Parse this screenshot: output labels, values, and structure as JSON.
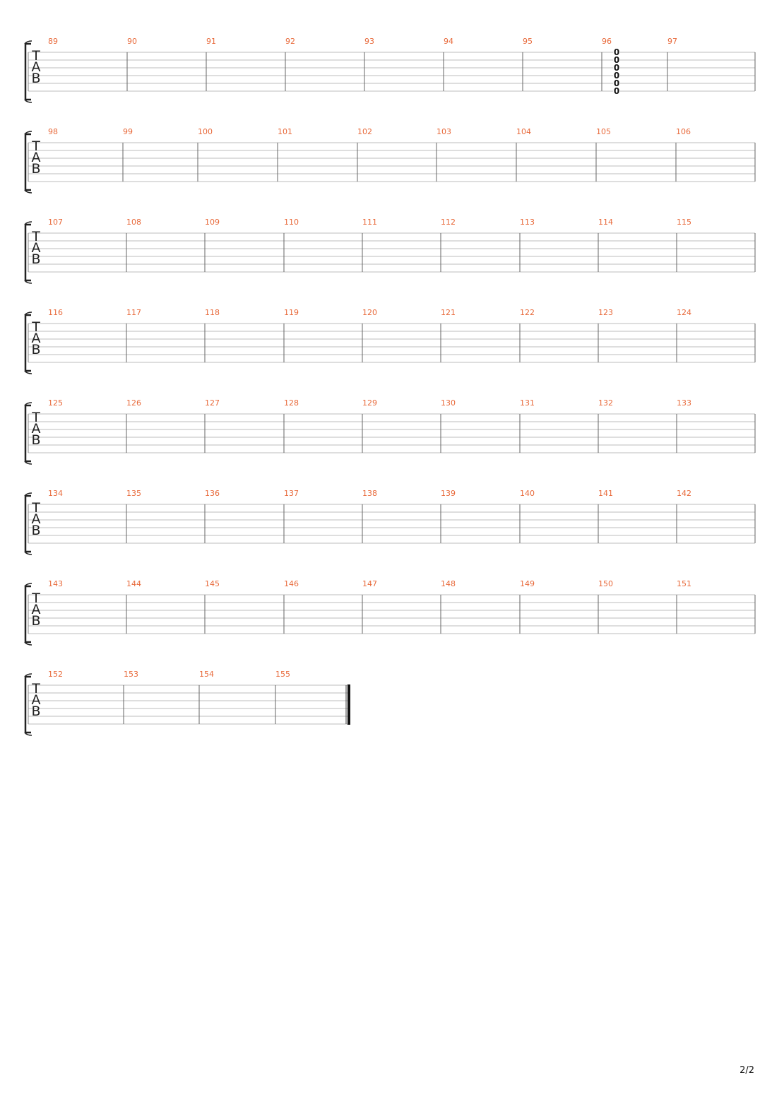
{
  "document": {
    "type": "guitar tablature",
    "page_number": "2/2",
    "accent_color": "#e8693a",
    "ink_color": "#222222",
    "string_count": 6,
    "clef_letters": [
      "T",
      "A",
      "B"
    ]
  },
  "systems": [
    {
      "bars": [
        "89",
        "90",
        "91",
        "92",
        "93",
        "94",
        "95",
        "96",
        "97"
      ],
      "final": false
    },
    {
      "bars": [
        "98",
        "99",
        "100",
        "101",
        "102",
        "103",
        "104",
        "105",
        "106"
      ],
      "final": false
    },
    {
      "bars": [
        "107",
        "108",
        "109",
        "110",
        "111",
        "112",
        "113",
        "114",
        "115"
      ],
      "final": false
    },
    {
      "bars": [
        "116",
        "117",
        "118",
        "119",
        "120",
        "121",
        "122",
        "123",
        "124"
      ],
      "final": false
    },
    {
      "bars": [
        "125",
        "126",
        "127",
        "128",
        "129",
        "130",
        "131",
        "132",
        "133"
      ],
      "final": false
    },
    {
      "bars": [
        "134",
        "135",
        "136",
        "137",
        "138",
        "139",
        "140",
        "141",
        "142"
      ],
      "final": false
    },
    {
      "bars": [
        "143",
        "144",
        "145",
        "146",
        "147",
        "148",
        "149",
        "150",
        "151"
      ],
      "final": false
    },
    {
      "bars": [
        "152",
        "153",
        "154",
        "155"
      ],
      "final": true
    }
  ],
  "notes": [
    {
      "bar": "96",
      "frets": [
        "0",
        "0",
        "0",
        "0",
        "0",
        "0"
      ]
    }
  ]
}
